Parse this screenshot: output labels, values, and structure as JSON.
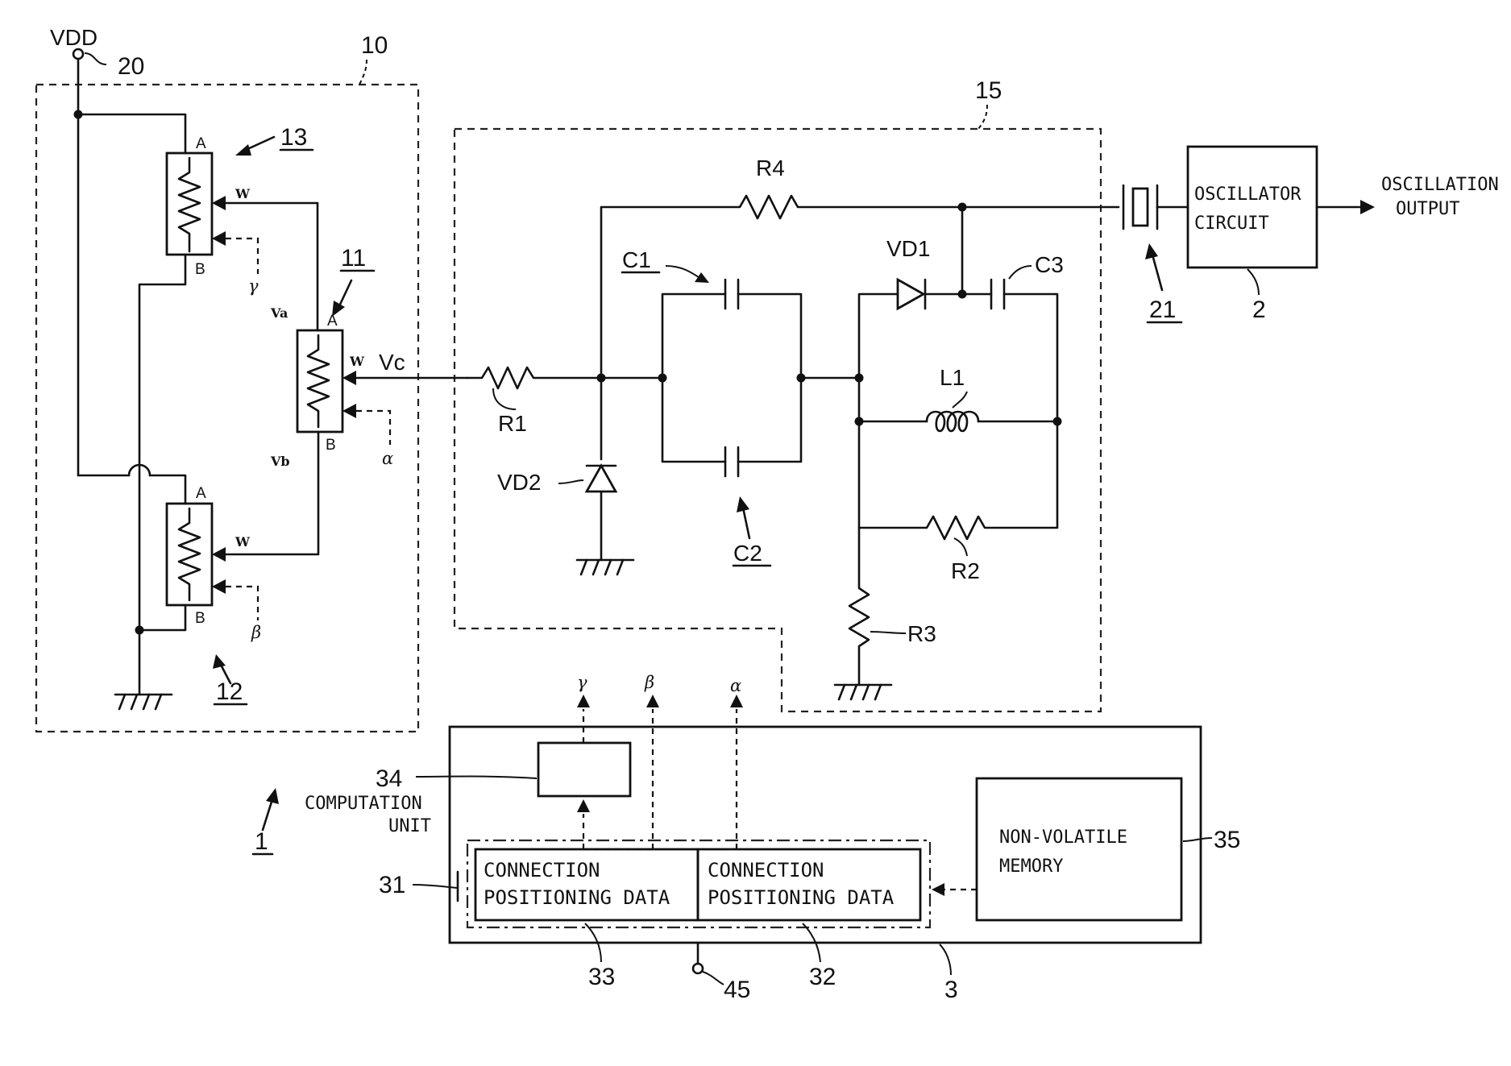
{
  "refs": {
    "vdd_label": "VDD",
    "vdd_terminal": "20",
    "block_10": "10",
    "block_15": "15",
    "pot_13": "13",
    "pot_11": "11",
    "pot_12": "12",
    "device_1": "1",
    "crystal_21": "21",
    "osc_2": "2",
    "unit_3": "3",
    "block_34": "34",
    "memory_ref_35": "35",
    "reg_31": "31",
    "reg_33": "33",
    "reg_32": "32",
    "terminal_45": "45"
  },
  "pins": {
    "a": "A",
    "b": "B",
    "w": "W",
    "va": "Va",
    "vb": "Vb",
    "vc": "Vc"
  },
  "signals": {
    "alpha": "α",
    "beta": "β",
    "gamma": "γ"
  },
  "components": {
    "r1": "R1",
    "r2": "R2",
    "r3": "R3",
    "r4": "R4",
    "c1": "C1",
    "c2": "C2",
    "c3": "C3",
    "vd1": "VD1",
    "vd2": "VD2",
    "l1": "L1"
  },
  "blocks": {
    "osc_line1": "OSCILLATOR",
    "osc_line2": "CIRCUIT",
    "output_line1": "OSCILLATION",
    "output_line2": "OUTPUT",
    "comp_line1": "COMPUTATION",
    "comp_line2": "UNIT",
    "mem_line1": "NON-VOLATILE",
    "mem_line2": "MEMORY",
    "cpd_line1": "CONNECTION",
    "cpd_line2": "POSITIONING DATA"
  }
}
